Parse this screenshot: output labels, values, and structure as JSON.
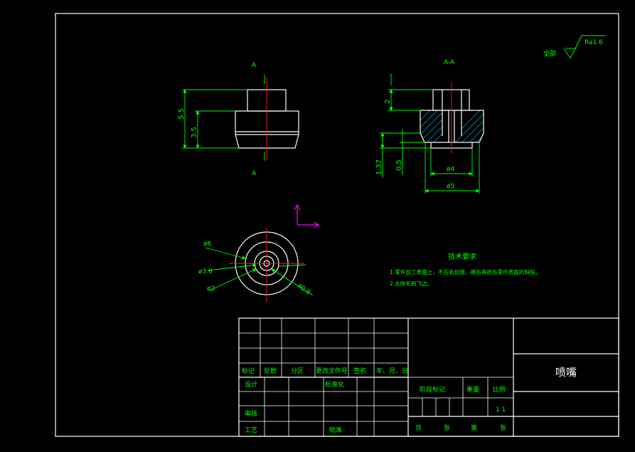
{
  "section_view": {
    "title": "A-A"
  },
  "cut_marks": {
    "top": "A",
    "bottom": "A"
  },
  "surface_finish": {
    "label": "全部",
    "value": "Ra1.6"
  },
  "dimensions": {
    "front_height_total": "5.5",
    "front_height_body": "3.5",
    "section_top_height": "2",
    "section_side_height": "1.37",
    "section_small_height": "0.5",
    "section_inner_width": "ø4",
    "section_outer_width": "ø5",
    "bottom_diam_outer": "ø6",
    "bottom_diam_mid": "ø3.6",
    "bottom_diam_inner": "ø2",
    "bottom_diam_hole": "ø0.8"
  },
  "tech_requirements": {
    "heading": "技术要求",
    "items": [
      "1.零件加工表面上，不应有划痕、擦伤等损伤零件表面的缺陷。",
      "2.去除毛刺飞边。"
    ]
  },
  "title_block": {
    "part_name": "喷嘴",
    "rev_headers": [
      "标记",
      "处数",
      "分区",
      "更改文件号",
      "签名",
      "年、月、日"
    ],
    "design": "设计",
    "standardize": "标准化",
    "review": "审核",
    "process": "工艺",
    "approve": "批准",
    "stage_mark": "阶段标记",
    "weight": "重量",
    "scale": "比例",
    "scale_value": "1 1",
    "sheets_total": "共",
    "sheet_unit": "张",
    "sheet_no": "第",
    "sheet_unit2": "张"
  }
}
